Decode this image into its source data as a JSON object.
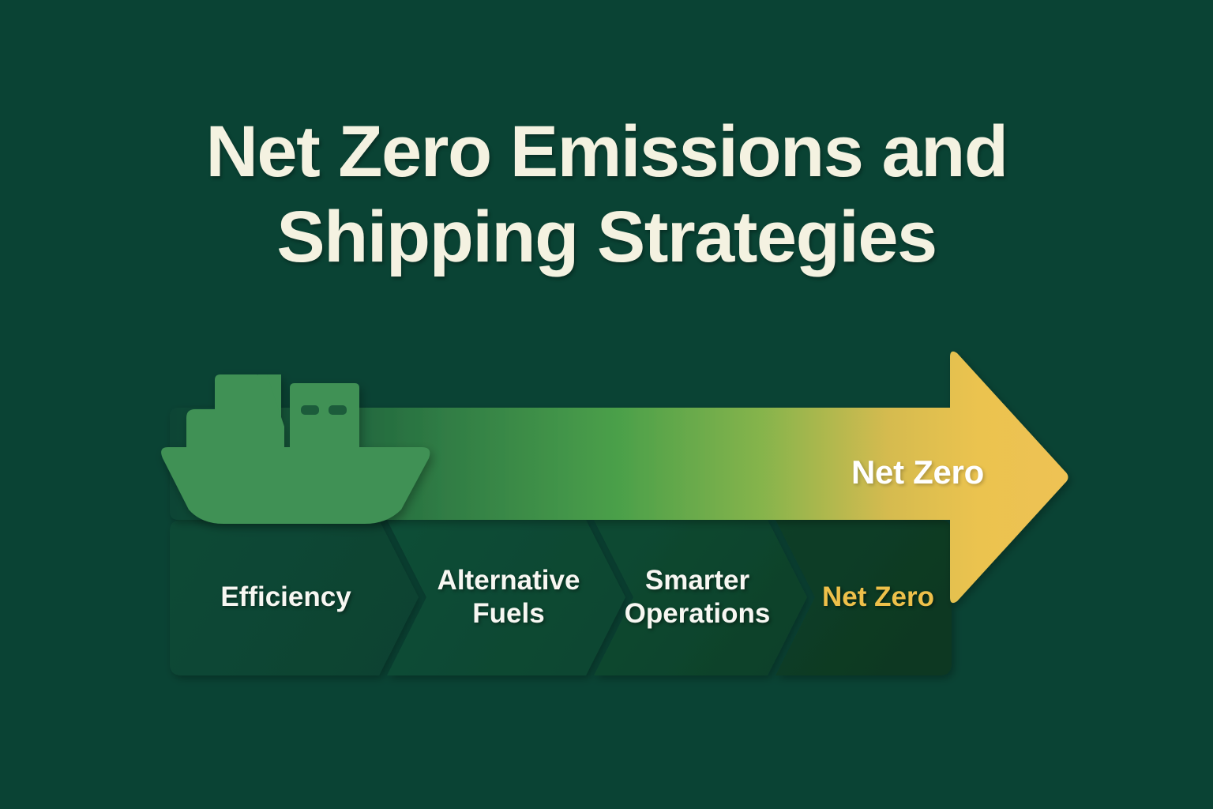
{
  "background_color": "#0a4334",
  "title": {
    "line1": "Net Zero Emissions and",
    "line2": "Shipping Strategies",
    "color": "#f4f2e1"
  },
  "arrow": {
    "label": "Net Zero",
    "label_color": "#ffffff",
    "gradient_start_color": "#0c4435",
    "gradient_mid_color": "#4ba04a",
    "gradient_end_color": "#ebc34f"
  },
  "ship": {
    "icon": "cargo-ship-icon",
    "color": "#3f9154"
  },
  "stages": [
    {
      "label": "Efficiency",
      "color": "#ffffff",
      "band_color": "#0d4734"
    },
    {
      "label": "Alternative\nFuels",
      "color": "#ffffff",
      "band_color": "#0e4a33"
    },
    {
      "label": "Smarter\nOperations",
      "color": "#ffffff",
      "band_color": "#0d4430"
    },
    {
      "label": "Net Zero",
      "color": "#eec04a",
      "band_color": "#0c3b24"
    }
  ]
}
